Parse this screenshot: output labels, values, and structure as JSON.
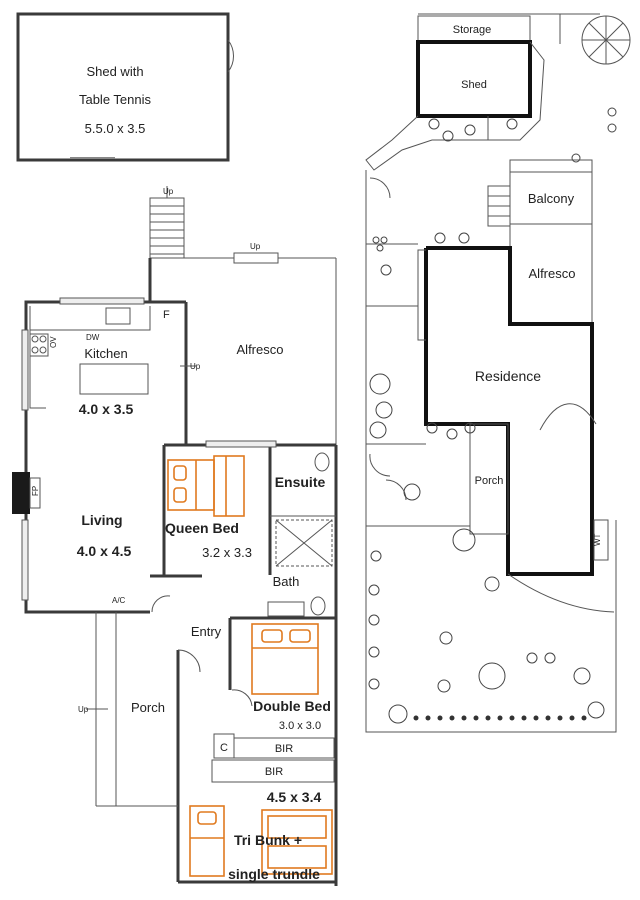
{
  "left_plan": {
    "shed": {
      "line1": "Shed with",
      "line2": "Table Tennis",
      "size": "5.5.0 x 3.5"
    },
    "up_stair": "Up",
    "up_alfresco": "Up",
    "fridge": "F",
    "dishwasher": "DW",
    "oven": "OV",
    "kitchen": {
      "name": "Kitchen",
      "size": "4.0 x 3.5"
    },
    "up_kitchen": "Up",
    "alfresco": "Alfresco",
    "fireplace": "FP",
    "living": {
      "name": "Living",
      "size": "4.0 x 4.5"
    },
    "ensuite": "Ensuite",
    "queen": {
      "name": "Queen Bed",
      "size": "3.2 x 3.3"
    },
    "bath": "Bath",
    "ac": "A/C",
    "entry": "Entry",
    "porch": "Porch",
    "up_porch": "Up",
    "double": {
      "name": "Double Bed",
      "size": "3.0 x 3.0"
    },
    "cupboard": "C",
    "bir1": "BIR",
    "bir2": "BIR",
    "bunk": {
      "size": "4.5 x 3.4",
      "line1": "Tri Bunk +",
      "line2": "single trundle"
    }
  },
  "right_plan": {
    "storage": "Storage",
    "shed": "Shed",
    "balcony": "Balcony",
    "alfresco": "Alfresco",
    "residence": "Residence",
    "porch": "Porch",
    "wt": "WT"
  },
  "colors": {
    "walls": "#3a3a3a",
    "furniture_highlight": "#e07a1f",
    "background": "#ffffff"
  }
}
